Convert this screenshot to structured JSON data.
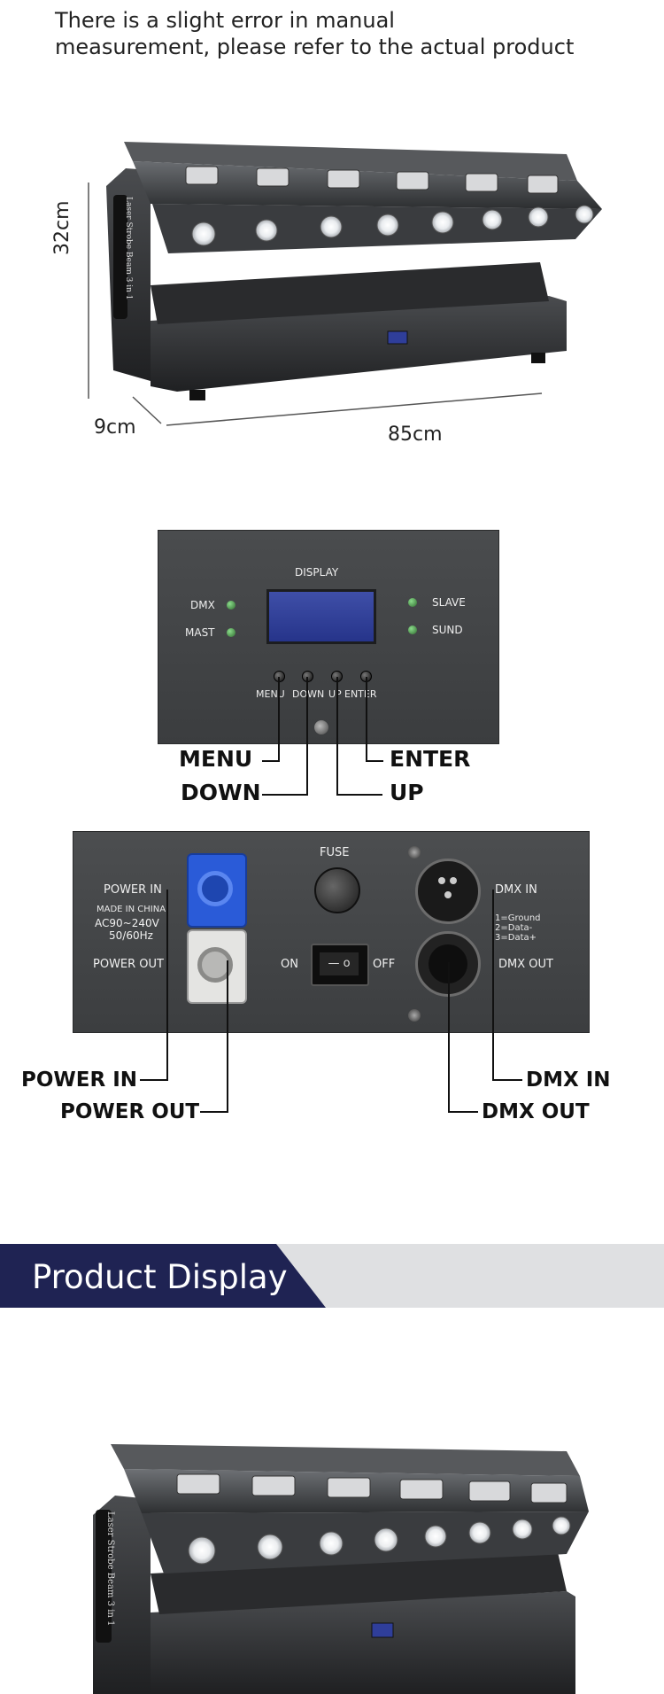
{
  "note": {
    "line1": "There is a slight error in manual",
    "line2": "measurement, please refer to the actual product"
  },
  "dimensions": {
    "height": "32cm",
    "depth": "9cm",
    "length": "85cm"
  },
  "product": {
    "side_label": "Laser Strobe Beam 3 in 1"
  },
  "control_panel": {
    "display_label": "DISPLAY",
    "indicators": [
      "DMX",
      "MAST",
      "SLAVE",
      "SUND"
    ],
    "buttons": [
      "MENU",
      "DOWN",
      "UP",
      "ENTER"
    ],
    "callouts": {
      "menu": "MENU",
      "down": "DOWN",
      "enter": "ENTER",
      "up": "UP"
    }
  },
  "rear_panel": {
    "power_in": "POWER IN",
    "made_in": "MADE IN CHINA",
    "voltage": "AC90~240V",
    "frequency": "50/60Hz",
    "power_out": "POWER OUT",
    "fuse": "FUSE",
    "switch_on": "ON",
    "switch_off": "OFF",
    "dmx_in": "DMX IN",
    "pin_legend": [
      "1=Ground",
      "2=Data-",
      "3=Data+"
    ],
    "dmx_out": "DMX OUT",
    "callouts": {
      "power_in": "POWER IN",
      "power_out": "POWER OUT",
      "dmx_in": "DMX IN",
      "dmx_out": "DMX OUT"
    }
  },
  "banner": {
    "title": "Product Display"
  },
  "colors": {
    "banner_navy": "#1f2353",
    "banner_grey": "#dfe0e2",
    "lcd_blue": "#2f3e9a",
    "connector_blue": "#2a5bd8",
    "led_green": "#4caf50"
  }
}
